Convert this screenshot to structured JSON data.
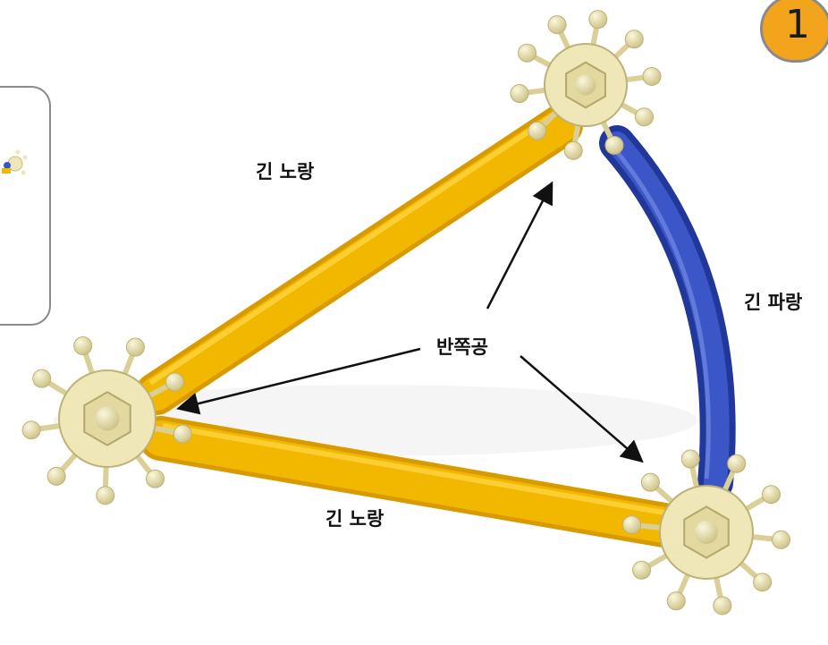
{
  "step": {
    "number": "1"
  },
  "labels": {
    "top_rod": "긴 노랑",
    "bottom_rod": "긴 노랑",
    "blue_rod": "긴 파랑",
    "half_ball": "반쪽공"
  },
  "colors": {
    "yellow_rod": "#f2b800",
    "blue_rod": "#2f49b8",
    "connector": "#efe7b8",
    "badge": "#f3a41d"
  }
}
